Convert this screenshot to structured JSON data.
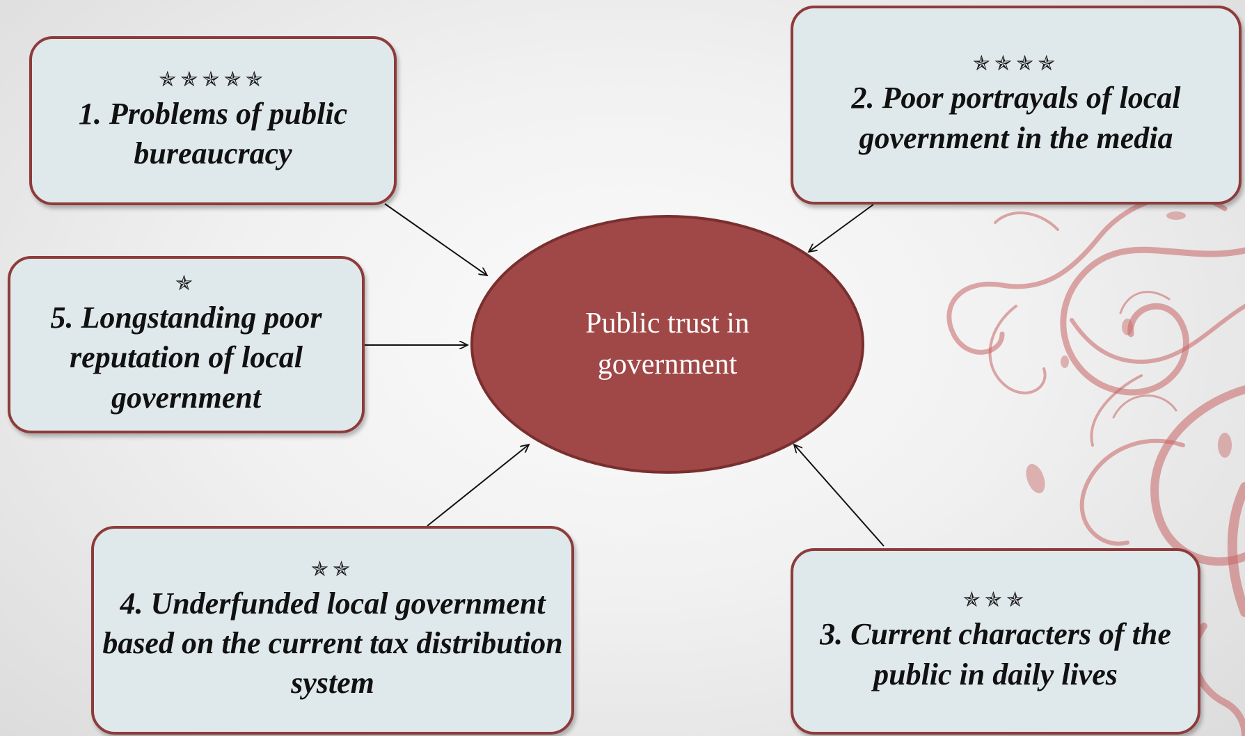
{
  "diagram": {
    "center": {
      "label": "Public trust in government"
    },
    "factors": [
      {
        "id": "f1",
        "stars": "✯✯✯✯✯",
        "label": "1. Problems of public bureaucracy"
      },
      {
        "id": "f2",
        "stars": "✯✯✯✯",
        "label": "2. Poor portrayals of local government in the media"
      },
      {
        "id": "f3",
        "stars": "✯✯✯",
        "label": "3. Current characters of the public in daily lives"
      },
      {
        "id": "f4",
        "stars": "✯✯",
        "label": "4. Underfunded local government based on the current tax distribution system"
      },
      {
        "id": "f5",
        "stars": "✯",
        "label": "5. Longstanding poor reputation of local government"
      }
    ],
    "colors": {
      "center_fill": "#a04848",
      "box_fill": "#dfe8ea",
      "box_border": "#8e3b3b",
      "decoration": "#c86464"
    }
  }
}
